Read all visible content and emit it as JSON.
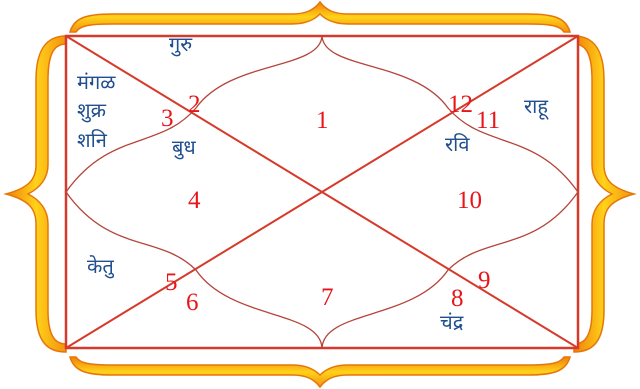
{
  "chart": {
    "houses": [
      {
        "id": "h1",
        "number": "1"
      },
      {
        "id": "h2",
        "number": "2"
      },
      {
        "id": "h3",
        "number": "3"
      },
      {
        "id": "h4",
        "number": "4"
      },
      {
        "id": "h5",
        "number": "5"
      },
      {
        "id": "h6",
        "number": "6"
      },
      {
        "id": "h7",
        "number": "7"
      },
      {
        "id": "h8",
        "number": "8"
      },
      {
        "id": "h9",
        "number": "9"
      },
      {
        "id": "h10",
        "number": "10"
      },
      {
        "id": "h11",
        "number": "11"
      },
      {
        "id": "h12",
        "number": "12"
      }
    ],
    "planets": {
      "guru": "गुरु",
      "mangal": "मंगळ",
      "shukra": "शुक्र",
      "shani": "शनि",
      "budh": "बुध",
      "rahu": "राहू",
      "ravi": "रवि",
      "ketu": "केतु",
      "chandra": "चंद्र"
    },
    "colors": {
      "house_number": "#e8161b",
      "planet_text": "#1f4f8f",
      "border_orange": "#f28a0d",
      "border_yellow": "#ffd21a",
      "lines": "#c0392b"
    }
  }
}
